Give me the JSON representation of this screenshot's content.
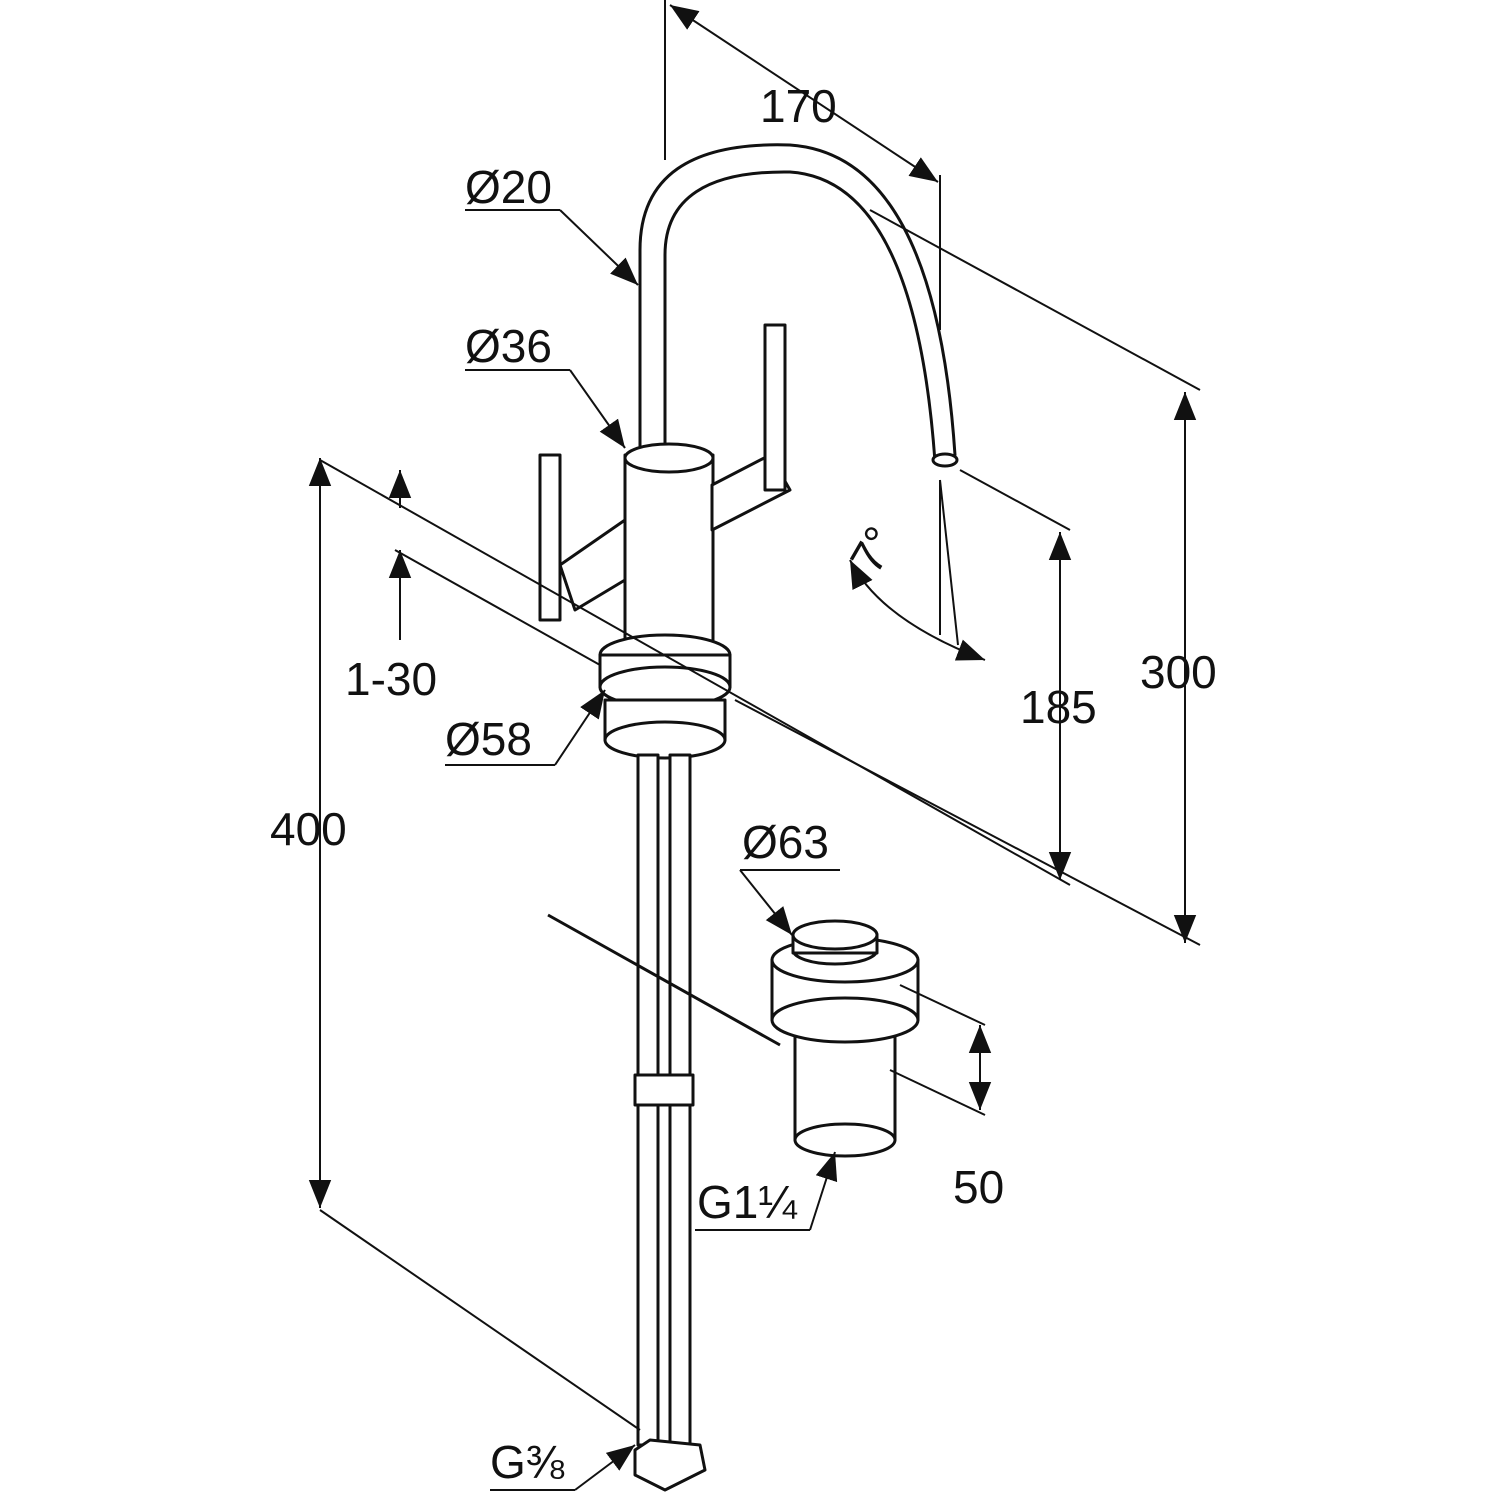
{
  "title": "Faucet dimension drawing",
  "dimensions": {
    "spout_reach": "170",
    "spout_diameter": "Ø20",
    "body_diameter": "Ø36",
    "spout_angle": "7°",
    "overall_height": "300",
    "spout_outlet_height": "185",
    "deck_thickness": "1-30",
    "flange_diameter": "Ø58",
    "hose_length": "400",
    "waste_diameter": "Ø63",
    "waste_height": "50",
    "waste_thread": "G1¼",
    "connection_thread": "G⅜"
  }
}
